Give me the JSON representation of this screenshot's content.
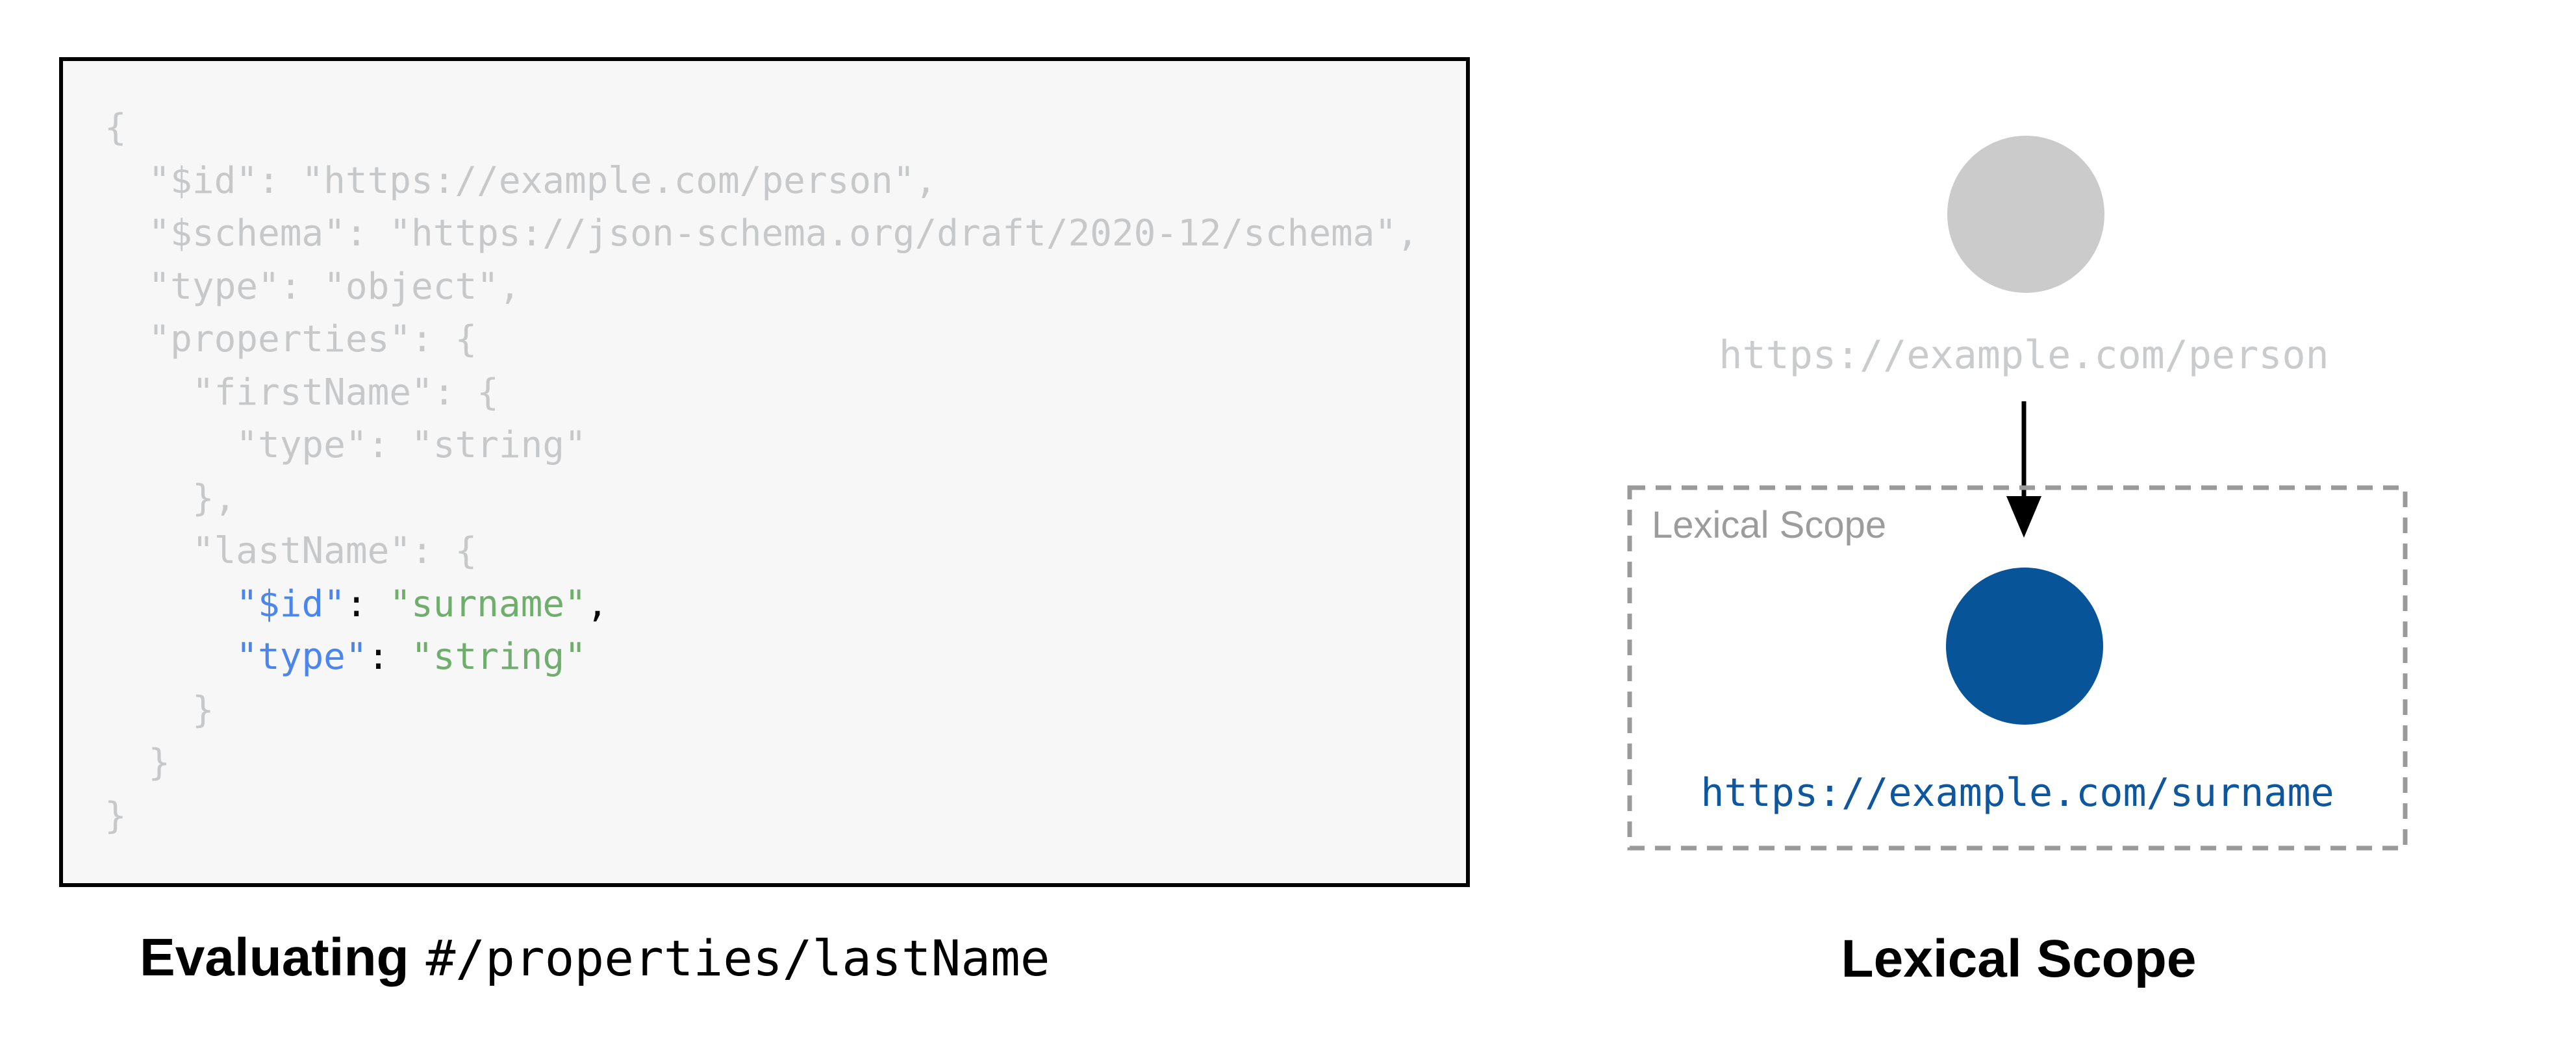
{
  "colors": {
    "page_bg": "#FFFFFF",
    "code_bg": "#F7F7F7",
    "code_border": "#000000",
    "code_muted": "#C7C8CA",
    "code_key": "#4C86EC",
    "code_value": "#70AE6E",
    "code_punct": "#0A0A0A",
    "gray_node": "#CBCBCB",
    "gray_label": "#C9CBCD",
    "blue_node": "#075499",
    "blue_label": "#0E569E",
    "scope_dash": "#9A9A9A",
    "scope_label": "#9C9C9C",
    "arrow": "#000000"
  },
  "code_panel": {
    "lines": [
      {
        "segments": [
          {
            "t": "{",
            "c": "muted"
          }
        ]
      },
      {
        "segments": [
          {
            "t": "  \"$id\": \"https://example.com/person\",",
            "c": "muted"
          }
        ]
      },
      {
        "segments": [
          {
            "t": "  \"$schema\": \"https://json-schema.org/draft/2020-12/schema\",",
            "c": "muted"
          }
        ]
      },
      {
        "segments": [
          {
            "t": "  \"type\": \"object\",",
            "c": "muted"
          }
        ]
      },
      {
        "segments": [
          {
            "t": "  \"properties\": {",
            "c": "muted"
          }
        ]
      },
      {
        "segments": [
          {
            "t": "    \"firstName\": {",
            "c": "muted"
          }
        ]
      },
      {
        "segments": [
          {
            "t": "      \"type\": \"string\"",
            "c": "muted"
          }
        ]
      },
      {
        "segments": [
          {
            "t": "    },",
            "c": "muted"
          }
        ]
      },
      {
        "segments": [
          {
            "t": "    \"lastName\": {",
            "c": "muted"
          }
        ]
      },
      {
        "segments": [
          {
            "t": "      ",
            "c": "muted"
          },
          {
            "t": "\"$id\"",
            "c": "key"
          },
          {
            "t": ": ",
            "c": "punct"
          },
          {
            "t": "\"surname\"",
            "c": "value"
          },
          {
            "t": ",",
            "c": "punct"
          }
        ]
      },
      {
        "segments": [
          {
            "t": "      ",
            "c": "muted"
          },
          {
            "t": "\"type\"",
            "c": "key"
          },
          {
            "t": ": ",
            "c": "punct"
          },
          {
            "t": "\"string\"",
            "c": "value"
          }
        ]
      },
      {
        "segments": [
          {
            "t": "    }",
            "c": "muted"
          }
        ]
      },
      {
        "segments": [
          {
            "t": "  }",
            "c": "muted"
          }
        ]
      },
      {
        "segments": [
          {
            "t": "}",
            "c": "muted"
          }
        ]
      }
    ]
  },
  "left_caption": {
    "bold_text": "Evaluating",
    "pointer_text": "#/properties/lastName"
  },
  "diagram": {
    "parent_label": "https://example.com/person",
    "scope_box_label": "Lexical Scope",
    "child_label": "https://example.com/surname"
  },
  "right_caption": "Lexical Scope"
}
